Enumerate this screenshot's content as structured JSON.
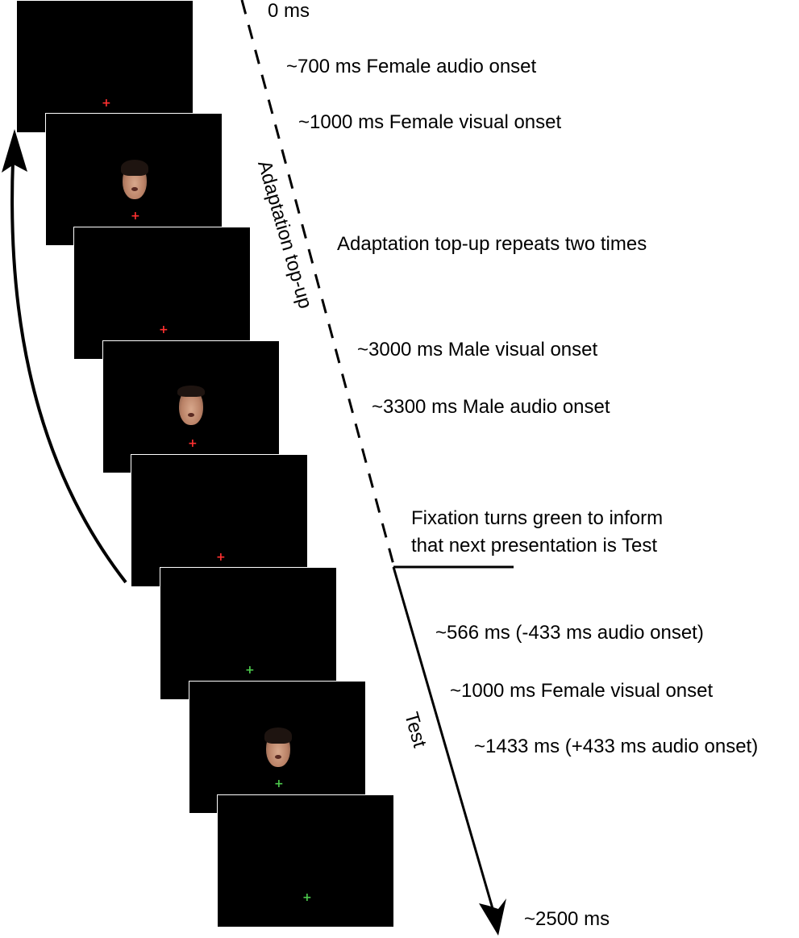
{
  "timeline": {
    "start_label": "0 ms",
    "end_label": "~2500 ms",
    "adaptation_label": "Adaptation top-up",
    "test_label": "Test",
    "events": [
      "~700 ms Female audio onset",
      "~1000 ms Female visual onset",
      "Adaptation top-up repeats two times",
      "~3000 ms Male visual onset",
      "~3300 ms Male audio onset",
      "Fixation turns green to inform",
      "that next presentation is Test",
      "~566 ms (-433 ms audio onset)",
      "~1000 ms Female visual onset",
      "~1433 ms (+433 ms audio onset)"
    ]
  },
  "frames": [
    {
      "fixation": "+",
      "fixation_color": "#ff3030",
      "face": "none"
    },
    {
      "fixation": "+",
      "fixation_color": "#ff3030",
      "face": "female"
    },
    {
      "fixation": "+",
      "fixation_color": "#ff3030",
      "face": "none"
    },
    {
      "fixation": "+",
      "fixation_color": "#ff3030",
      "face": "male"
    },
    {
      "fixation": "+",
      "fixation_color": "#ff3030",
      "face": "none"
    },
    {
      "fixation": "+",
      "fixation_color": "#4cc94c",
      "face": "none"
    },
    {
      "fixation": "+",
      "fixation_color": "#4cc94c",
      "face": "female"
    },
    {
      "fixation": "+",
      "fixation_color": "#4cc94c",
      "face": "none"
    }
  ]
}
